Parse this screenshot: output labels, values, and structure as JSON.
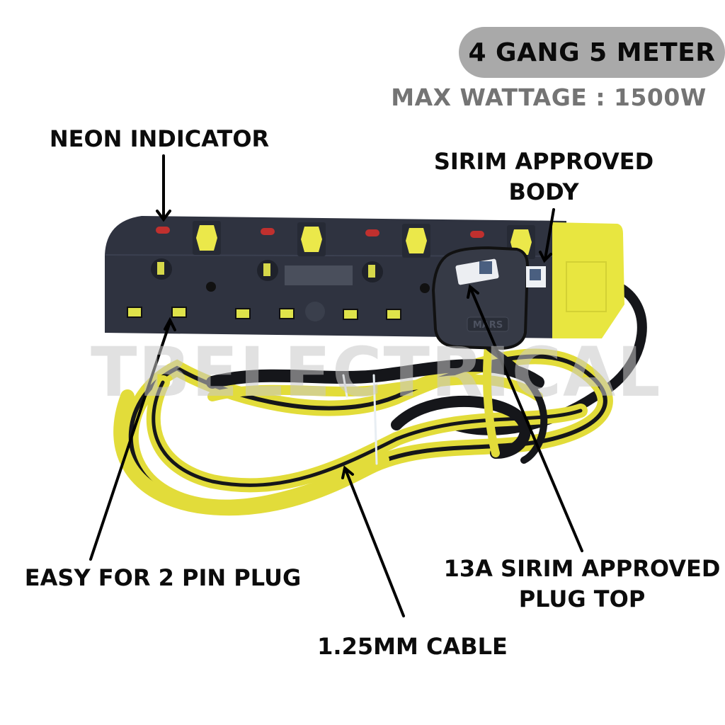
{
  "header": {
    "title": "4 GANG 5 METER",
    "subtitle": "MAX WATTAGE : 1500W"
  },
  "callouts": {
    "neon_indicator": "NEON INDICATOR",
    "body_line1": "SIRIM APPROVED",
    "body_line2": "BODY",
    "two_pin": "EASY FOR 2 PIN PLUG",
    "plug_line1": "13A SIRIM APPROVED",
    "plug_line2": "PLUG TOP",
    "cable": "1.25MM CABLE"
  },
  "watermark": "TBELECTRICAL",
  "product": {
    "gangs": 4,
    "plug_brand": "MARS",
    "colors": {
      "body": "#2f3340",
      "accent": "#e8e640",
      "neon": "#c0302e",
      "cable_yellow": "#e2dc3a",
      "cable_black": "#15161a"
    }
  }
}
